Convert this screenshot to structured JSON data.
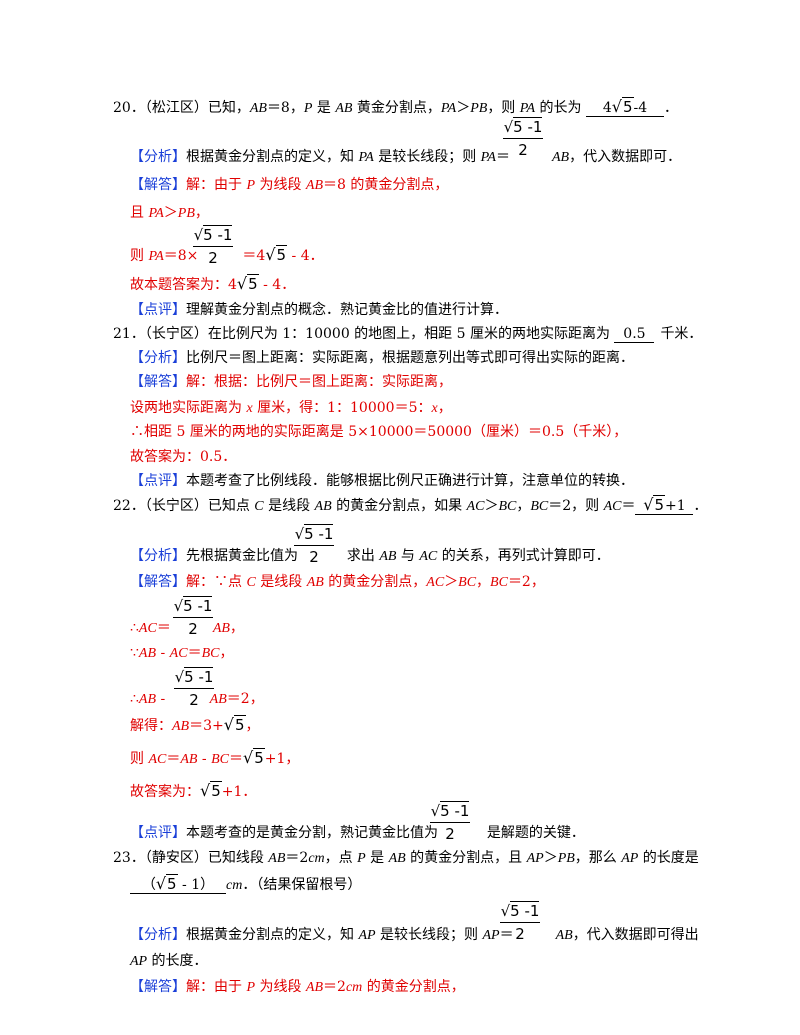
{
  "sym": {
    "sqrt": "√",
    "five": "5",
    "five_minus_one": "5 -1",
    "two": "2",
    "lb": "【",
    "rb": "】"
  },
  "q20": {
    "num": "20．",
    "loc": "（松江区）已知，",
    "ab": "AB",
    "eq8": "＝8，",
    "p": "P",
    "is": " 是 ",
    "ab2": "AB",
    "gold": " 黄金分割点，",
    "pa": "PA",
    "gt": "＞",
    "pb": "PB",
    "ask": "，则 ",
    "pa2": "PA",
    "len": " 的长为",
    "ans_pre": "4",
    "ans_post": "-4",
    "end": "．",
    "an_tag": "分析",
    "an1": "根据黄金分割点的定义，知 ",
    "an_pa": "PA",
    "an2": " 是较长线段；则 ",
    "an_pa2": "PA",
    "an_eq": "＝",
    "an_ab": "AB",
    "an3": "，代入数据即可．",
    "sol_tag": "解答",
    "s1a": "解：由于 ",
    "s1p": "P",
    "s1b": " 为线段 ",
    "s1ab": "AB",
    "s1c": "＝8 的黄金分割点，",
    "s2a": "且 ",
    "s2pa": "PA",
    "s2gt": "＞",
    "s2pb": "PB",
    "s2end": "，",
    "s3a": "则 ",
    "s3pa": "PA",
    "s3b": "＝8×",
    "s3c": "＝4",
    "s3d": " - 4．",
    "s4a": "故本题答案为：4",
    "s4b": " - 4．",
    "cm_tag": "点评",
    "cm": "理解黄金分割点的概念．熟记黄金比的值进行计算．"
  },
  "q21": {
    "num": "21．",
    "stem": "（长宁区）在比例尺为 1：10000 的地图上，相距 5 厘米的两地实际距离为 ",
    "ans": "0.5",
    "unit": "千米．",
    "an_tag": "分析",
    "an": "比例尺＝图上距离：实际距离，根据题意列出等式即可得出实际的距离．",
    "sol_tag": "解答",
    "s1": "解：根据：比例尺＝图上距离：实际距离，",
    "s2a": "设两地实际距离为 ",
    "s2x": "x",
    "s2b": " 厘米，得：1：10000＝5：",
    "s2x2": "x",
    "s2c": "，",
    "s3": "∴相距 5 厘米的两地的实际距离是 5×10000＝50000（厘米）＝0.5（千米），",
    "s4": "故答案为：0.5．",
    "cm_tag": "点评",
    "cm": "本题考查了比例线段．能够根据比例尺正确进行计算，注意单位的转换．"
  },
  "q22": {
    "num": "22．",
    "s1": "（长宁区）已知点 ",
    "c": "C",
    "s2": " 是线段 ",
    "ab": "AB",
    "s3": " 的黄金分割点，如果 ",
    "ac": "AC",
    "gt": "＞",
    "bc": "BC",
    "s4": "，",
    "bc2": "BC",
    "s5": "＝2，则 ",
    "ac2": "AC",
    "s6": "＝",
    "ans_post": "+1",
    "end": "．",
    "an_tag": "分析",
    "an1": "先根据黄金比值为 ",
    "an2": " 求出 ",
    "an_ab": "AB",
    "an3": " 与 ",
    "an_ac": "AC",
    "an4": " 的关系，再列式计算即可．",
    "sol_tag": "解答",
    "p1a": "解：∵点 ",
    "p1c": "C",
    "p1b": " 是线段 ",
    "p1ab": "AB",
    "p1d": " 的黄金分割点，",
    "p1ac": "AC",
    "p1gt": "＞",
    "p1bc": "BC",
    "p1e": "，",
    "p1bc2": "BC",
    "p1f": "＝2，",
    "p2a": "∴",
    "p2ac": "AC",
    "p2b": "＝",
    "p2ab": "AB",
    "p2c": "，",
    "p3a": "∵",
    "p3ab": "AB",
    "p3b": " - ",
    "p3ac": "AC",
    "p3c": "＝",
    "p3bc": "BC",
    "p3d": "，",
    "p4a": "∴",
    "p4ab": "AB",
    "p4b": " - ",
    "p4ab2": "AB",
    "p4c": "＝2，",
    "p5a": "解得：",
    "p5ab": "AB",
    "p5b": "＝3+",
    "p5c": "，",
    "p6a": "则 ",
    "p6ac": "AC",
    "p6b": "＝",
    "p6ab": "AB",
    "p6c": " - ",
    "p6bc": "BC",
    "p6d": "＝",
    "p6e": "+1，",
    "p7a": "故答案为：",
    "p7b": "+1．",
    "cm_tag": "点评",
    "cm1": "本题考查的是黄金分割，熟记黄金比值为 ",
    "cm2": " 是解题的关键．"
  },
  "q23": {
    "num": "23．",
    "s1": "（静安区）已知线段 ",
    "ab": "AB",
    "s2": "＝2",
    "cm": "cm",
    "s3": "，点 ",
    "p": "P",
    "s4": " 是 ",
    "ab2": "AB",
    "s5": " 的黄金分割点，且 ",
    "ap": "AP",
    "gt": "＞",
    "pb": "PB",
    "s6": "，那么 ",
    "ap2": "AP",
    "s7": " 的长度是",
    "ans_pre": "（",
    "ans_post": " - 1）",
    "unit": "cm",
    "s8": "．（结果保留根号）",
    "an_tag": "分析",
    "an1": "根据黄金分割点的定义，知 ",
    "an_ap": "AP",
    "an2": " 是较长线段；则 ",
    "an_ap2": "AP",
    "an_eq": "＝",
    "an_ab": "AB",
    "an3": "，代入数据即可得出",
    "an4_ap": "AP",
    "an4": " 的长度．",
    "sol_tag": "解答",
    "s_a": "解：由于 ",
    "s_p": "P",
    "s_b": " 为线段 ",
    "s_ab": "AB",
    "s_c": "＝2",
    "s_cm": "cm",
    "s_d": " 的黄金分割点，"
  }
}
